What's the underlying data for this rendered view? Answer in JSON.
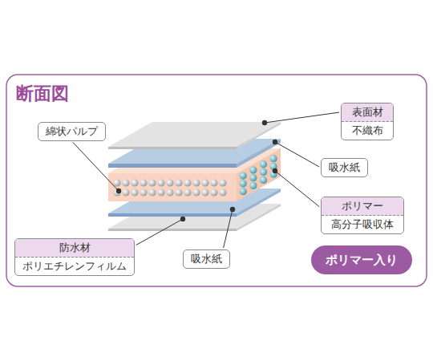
{
  "diagram": {
    "title": "断面図",
    "nodes": [
      {
        "text": [
          "表面材",
          "不織布"
        ]
      },
      {
        "text": [
          "綿状パルプ"
        ]
      },
      {
        "text": [
          "吸水紙"
        ]
      },
      {
        "text": [
          "ポリマー",
          "高分子吸収体"
        ]
      },
      {
        "text": [
          "防水材",
          "ポリエチレンフィルム"
        ]
      },
      {
        "text": [
          "吸水紙"
        ]
      },
      {
        "text": [
          "ポリマー入り"
        ]
      }
    ],
    "edges": []
  }
}
